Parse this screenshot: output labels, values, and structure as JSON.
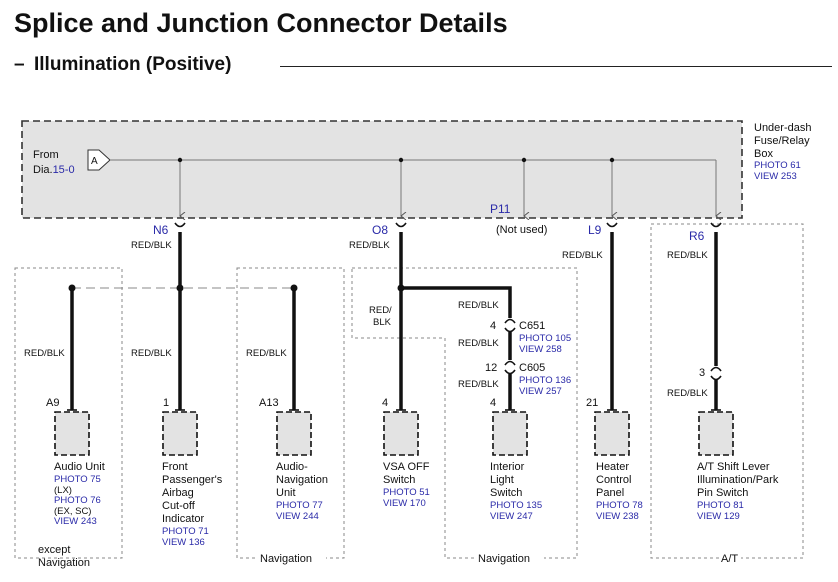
{
  "header": {
    "title": "Splice and Junction Connector Details",
    "section_dash": "–",
    "section": "Illumination (Positive)"
  },
  "fuse_box": {
    "name_lines": [
      "Under-dash",
      "Fuse/Relay",
      "Box"
    ],
    "refs": [
      "PHOTO 61",
      "VIEW 253"
    ],
    "from_label": "From",
    "dia_prefix": "Dia.",
    "dia_ref": "15",
    "dia_suffix": "-0",
    "terminal": "A"
  },
  "wire_color": "RED/BLK",
  "wire_color_split": [
    "RED/",
    "BLK"
  ],
  "connectors": {
    "n6": "N6",
    "o8": "O8",
    "p11": "P11",
    "p11_note": "(Not used)",
    "l9": "L9",
    "r6": "R6"
  },
  "junctions": {
    "c651": {
      "name": "C651",
      "pin": "4",
      "refs": [
        "PHOTO 105",
        "VIEW 258"
      ]
    },
    "c605": {
      "name": "C605",
      "pin": "12",
      "refs": [
        "PHOTO 136",
        "VIEW 257"
      ]
    },
    "at": {
      "pin": "3"
    }
  },
  "components": [
    {
      "id": "audio-unit",
      "pin": "A9",
      "name_lines": [
        "Audio Unit"
      ],
      "ref_lines": [
        "PHOTO 75",
        "(LX)",
        "PHOTO 76",
        "(EX, SC)",
        "VIEW 243"
      ]
    },
    {
      "id": "airbag-indicator",
      "pin": "1",
      "name_lines": [
        "Front",
        "Passenger's",
        "Airbag",
        "Cut-off",
        "Indicator"
      ],
      "ref_lines": [
        "PHOTO 71",
        "VIEW 136"
      ]
    },
    {
      "id": "audio-navigation-unit",
      "pin": "A13",
      "name_lines": [
        "Audio-",
        "Navigation",
        "Unit"
      ],
      "ref_lines": [
        "PHOTO 77",
        "VIEW 244"
      ]
    },
    {
      "id": "vsa-off-switch",
      "pin": "4",
      "name_lines": [
        "VSA OFF",
        "Switch"
      ],
      "ref_lines": [
        "PHOTO 51",
        "VIEW 170"
      ]
    },
    {
      "id": "interior-light-switch",
      "pin": "4",
      "name_lines": [
        "Interior",
        "Light",
        "Switch"
      ],
      "ref_lines": [
        "PHOTO 135",
        "VIEW 247"
      ]
    },
    {
      "id": "heater-control-panel",
      "pin": "21",
      "name_lines": [
        "Heater",
        "Control",
        "Panel"
      ],
      "ref_lines": [
        "PHOTO 78",
        "VIEW 238"
      ]
    },
    {
      "id": "at-shift-lever",
      "pin": "",
      "name_lines": [
        "A/T Shift Lever",
        "Illumination/Park",
        "Pin Switch"
      ],
      "ref_lines": [
        "PHOTO 81",
        "VIEW 129"
      ]
    }
  ],
  "notes": {
    "except_navigation": [
      "except",
      "Navigation"
    ],
    "navigation": "Navigation",
    "navigation_2": "Navigation",
    "at": "A/T"
  },
  "colors": {
    "reference_blue": "#2a2aa8",
    "fuse_box_fill": "#e3e3e3",
    "connector_fill": "#e3e3e3",
    "line": "#111111"
  }
}
